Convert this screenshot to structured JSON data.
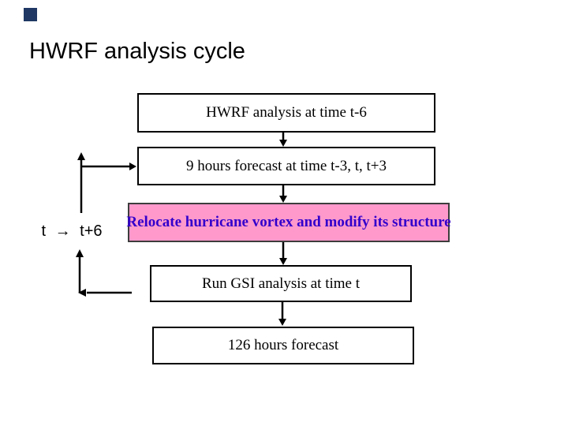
{
  "slide": {
    "title": "HWRF analysis cycle"
  },
  "flowchart": {
    "boxes": [
      {
        "id": "hwrf-analysis",
        "label": "HWRF analysis at time t-6",
        "style": "plain"
      },
      {
        "id": "forecast-9h",
        "label": "9 hours forecast at time t-3, t, t+3",
        "style": "plain"
      },
      {
        "id": "relocate-vortex",
        "label": "Relocate hurricane vortex and modify its structure",
        "style": "highlight"
      },
      {
        "id": "run-gsi",
        "label": "Run GSI analysis at time t",
        "style": "plain"
      },
      {
        "id": "forecast-126h",
        "label": "126 hours forecast",
        "style": "plain"
      }
    ],
    "loop_label": "t → t+6"
  },
  "colors": {
    "background": "#ffffff",
    "box_border": "#000000",
    "arrow": "#000000",
    "highlight_box_fill": "#ff99cc",
    "highlight_box_border": "#3d3d3d",
    "highlight_box_text": "#3300cc",
    "decor_square": "#1f3864",
    "text": "#000000"
  }
}
